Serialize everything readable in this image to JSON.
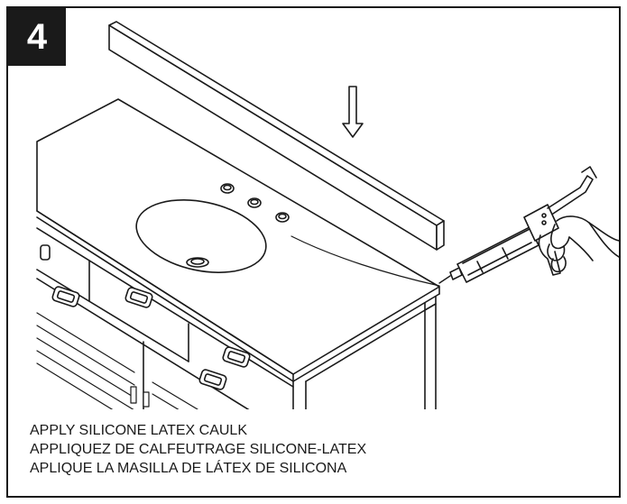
{
  "step": {
    "number": "4"
  },
  "instructions": {
    "en": "APPLY SILICONE LATEX CAULK",
    "fr": "APPLIQUEZ DE CALFEUTRAGE SILICONE-LATEX",
    "es": "APLIQUE LA MASILLA DE LÁTEX DE SILICONA"
  },
  "icons": {
    "direction": "arrow-down-icon",
    "tool": "caulk-gun-icon"
  }
}
